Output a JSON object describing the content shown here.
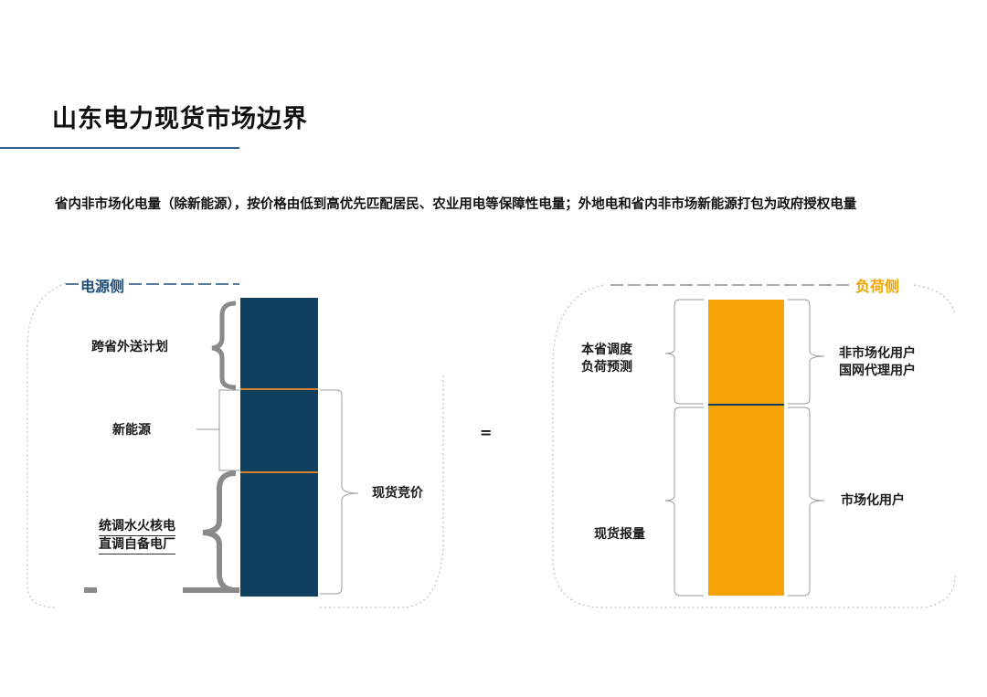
{
  "title": "山东电力现货市场边界",
  "subtitle": "省内非市场化电量（除新能源），按价格由低到高优先匹配居民、农业用电等保障性电量；外地电和省内非市场新能源打包为政府授权电量",
  "supply": {
    "title": "电源侧",
    "cross_province": "跨省外送计划",
    "new_energy": "新能源",
    "unified_line1": "统调水火核电",
    "unified_line2": "直调自备电厂",
    "spot_bidding": "现货竞价"
  },
  "equals": "=",
  "load": {
    "title": "负荷侧",
    "forecast_line1": "本省调度",
    "forecast_line2": "负荷预测",
    "nonmarket_line1": "非市场化用户",
    "nonmarket_line2": "国网代理用户",
    "spot_quote": "现货报量",
    "market_users": "市场化用户"
  },
  "colors": {
    "supply_bar": "#10405f",
    "load_bar": "#f8a305",
    "supply_accent": "#1f4e79",
    "load_accent": "#f0a500"
  }
}
